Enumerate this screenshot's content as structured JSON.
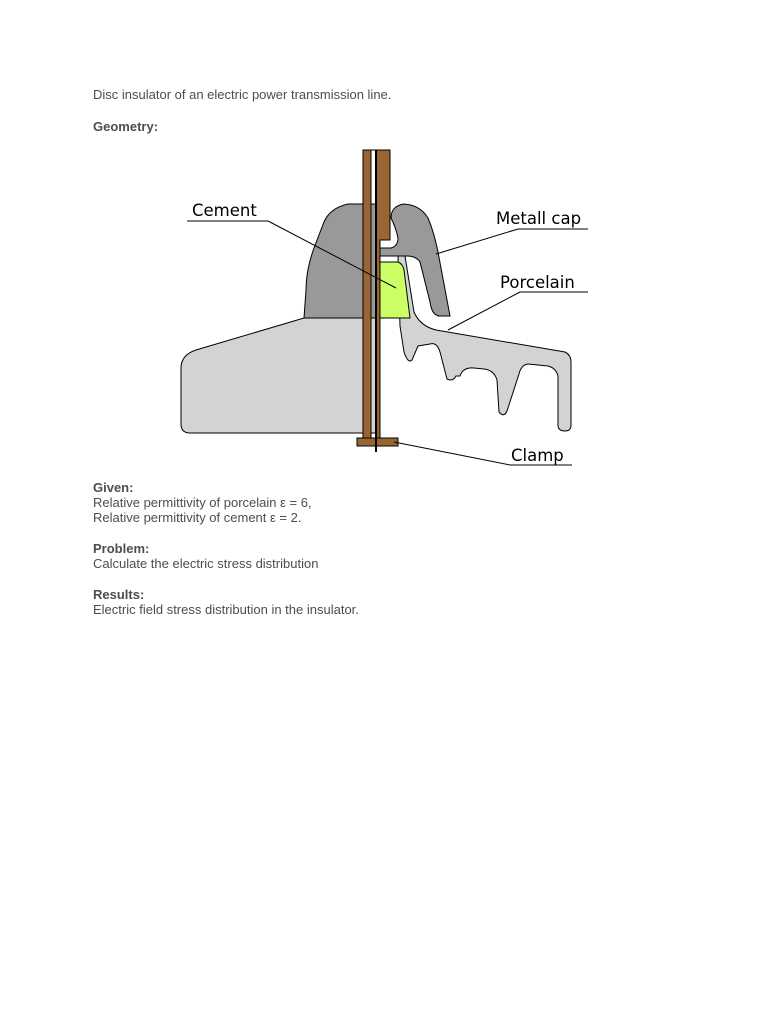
{
  "intro": "Disc insulator of an electric power transmission line.",
  "geometry_heading": "Geometry:",
  "figure": {
    "labels": {
      "cement": "Cement",
      "metal_cap": "Metall cap",
      "porcelain": "Porcelain",
      "clamp": "Clamp"
    },
    "colors": {
      "porcelain": "#d3d3d3",
      "metal_cap": "#999999",
      "cement": "#ccff66",
      "pin": "#996633"
    }
  },
  "given": {
    "heading": "Given:",
    "line1": "Relative permittivity of porcelain ε = 6,",
    "line2": "Relative permittivity of cement ε = 2."
  },
  "problem": {
    "heading": "Problem:",
    "text": "Calculate the electric stress distribution"
  },
  "results": {
    "heading": "Results:",
    "text": "Electric field stress distribution in the insulator."
  }
}
